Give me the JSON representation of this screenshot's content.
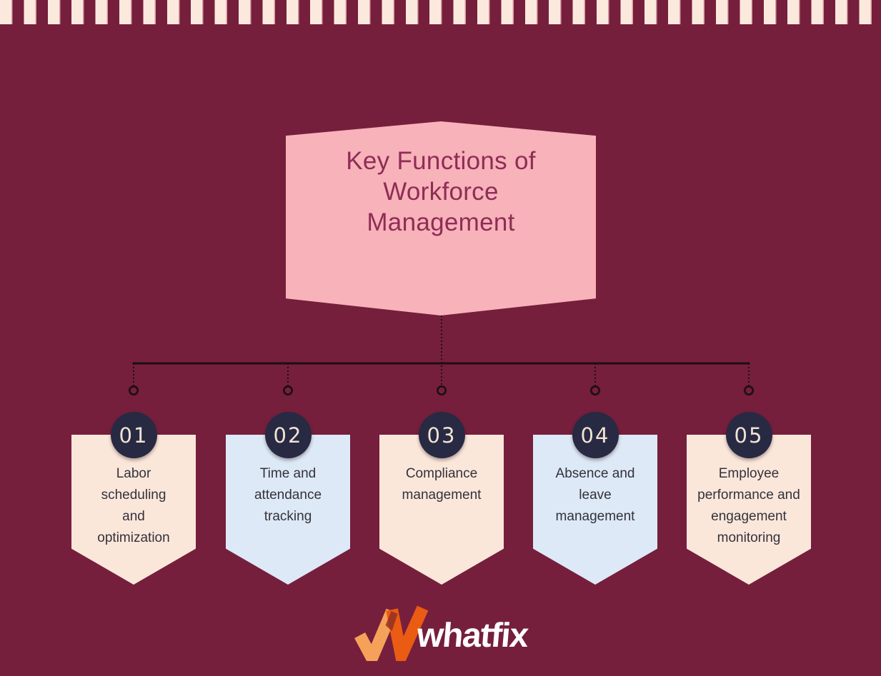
{
  "infographic": {
    "title": "Key Functions of\nWorkforce\nManagement",
    "steps": [
      {
        "number": "01",
        "label": "Labor\nscheduling\nand\noptimization",
        "bg": "#FBE7DA"
      },
      {
        "number": "02",
        "label": "Time and\nattendance\ntracking",
        "bg": "#DDE9F6"
      },
      {
        "number": "03",
        "label": "Compliance\nmanagement",
        "bg": "#FBE7DA"
      },
      {
        "number": "04",
        "label": "Absence and\nleave\nmanagement",
        "bg": "#DDE9F6"
      },
      {
        "number": "05",
        "label": "Employee\nperformance and\nengagement\nmonitoring",
        "bg": "#FBE7DA"
      }
    ],
    "footer": {
      "brand": "whatfix"
    },
    "colors": {
      "background": "#751F3C",
      "stripe_cream": "#FCE9DD",
      "title_banner_bg": "#F8B2BA",
      "title_text": "#8E2D56",
      "card_cream": "#FBE7DA",
      "card_blue": "#DDE9F6",
      "card_text": "#33323C",
      "badge_bg": "#272A42",
      "badge_text": "#F2E2D4",
      "connector_line": "#1D0E14",
      "logo_light_orange": "#F5A159",
      "logo_dark_orange": "#EA5B13"
    }
  }
}
